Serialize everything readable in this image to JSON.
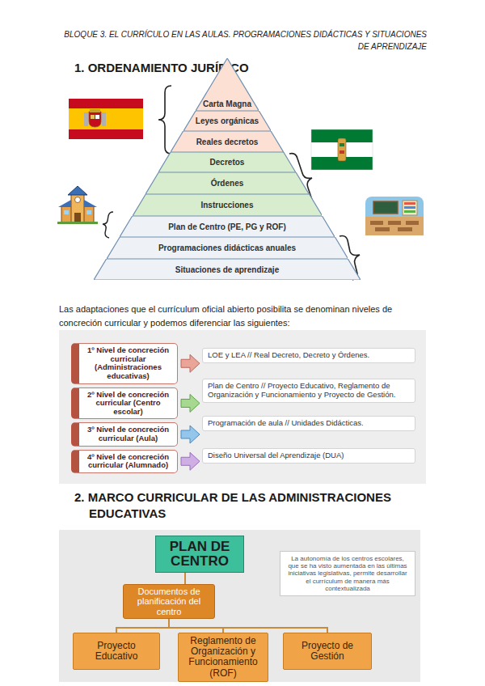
{
  "diagram": {
    "title": "BLOQUE 3. EL CURRÍCULO EN LAS AULAS. PROGRAMACIONES DIDÁCTICAS Y SITUACIONES DE APRENDIZAJE",
    "nodes": [
      {
        "text": [
          "Carta Magna"
        ]
      },
      {
        "text": [
          "Leyes orgánicas"
        ]
      },
      {
        "text": [
          "Reales decretos"
        ]
      },
      {
        "text": [
          "Decretos"
        ]
      },
      {
        "text": [
          "Órdenes"
        ]
      },
      {
        "text": [
          "Instrucciones"
        ]
      },
      {
        "text": [
          "Plan de Centro (PE, PG y ROF)"
        ]
      },
      {
        "text": [
          "Programaciones didácticas anuales"
        ]
      },
      {
        "text": [
          "Situaciones de aprendizaje"
        ]
      },
      {
        "text": [
          "1º Nivel de concreción curricular (Administraciones educativas)"
        ]
      },
      {
        "text": [
          "LOE y LEA // Real Decreto, Decreto y Órdenes."
        ]
      },
      {
        "text": [
          "2º Nivel de concreción curricular (Centro escolar)"
        ]
      },
      {
        "text": [
          "Plan de Centro // Proyecto Educativo, Reglamento de Organización y Funcionamiento y Proyecto de Gestión."
        ]
      },
      {
        "text": [
          "3º Nivel de concreción curricular (Aula)"
        ]
      },
      {
        "text": [
          "Programación de aula // Unidades Didácticas."
        ]
      },
      {
        "text": [
          "4º Nivel de concreción curricular (Alumnado)"
        ]
      },
      {
        "text": [
          "Diseño Universal del Aprendizaje (DUA)"
        ]
      },
      {
        "text": [
          "PLAN DE CENTRO"
        ]
      },
      {
        "text": [
          "La autonomía de los centros escolares, que se ha visto aumentada en las últimas iniciativas legislativas, permite desarrollar el currículum de manera más contextualizada"
        ]
      },
      {
        "text": [
          "Documentos de planificación del centro"
        ]
      },
      {
        "text": [
          "Proyecto Educativo"
        ]
      },
      {
        "text": [
          "Reglamento de Organización y Funcionamiento (ROF)"
        ]
      },
      {
        "text": [
          "Proyecto de Gestión"
        ]
      }
    ],
    "edges": [
      {
        "from": 9,
        "to": 10,
        "arrow": "to"
      },
      {
        "from": 11,
        "to": 12,
        "arrow": "to"
      },
      {
        "from": 13,
        "to": 14,
        "arrow": "to"
      },
      {
        "from": 15,
        "to": 16,
        "arrow": "to"
      },
      {
        "from": 17,
        "to": 19,
        "arrow": "none"
      },
      {
        "from": 19,
        "to": 20,
        "arrow": "none"
      },
      {
        "from": 19,
        "to": 21,
        "arrow": "none"
      },
      {
        "from": 19,
        "to": 22,
        "arrow": "none"
      }
    ],
    "labels": [
      "1. ORDENAMIENTO JURÍDICO",
      "Las adaptaciones que el currículum oficial abierto posibilita se denominan niveles de concreción curricular y podemos diferenciar las siguientes:",
      "2. MARCO CURRICULAR DE LAS ADMINISTRACIONES EDUCATIVAS"
    ]
  }
}
